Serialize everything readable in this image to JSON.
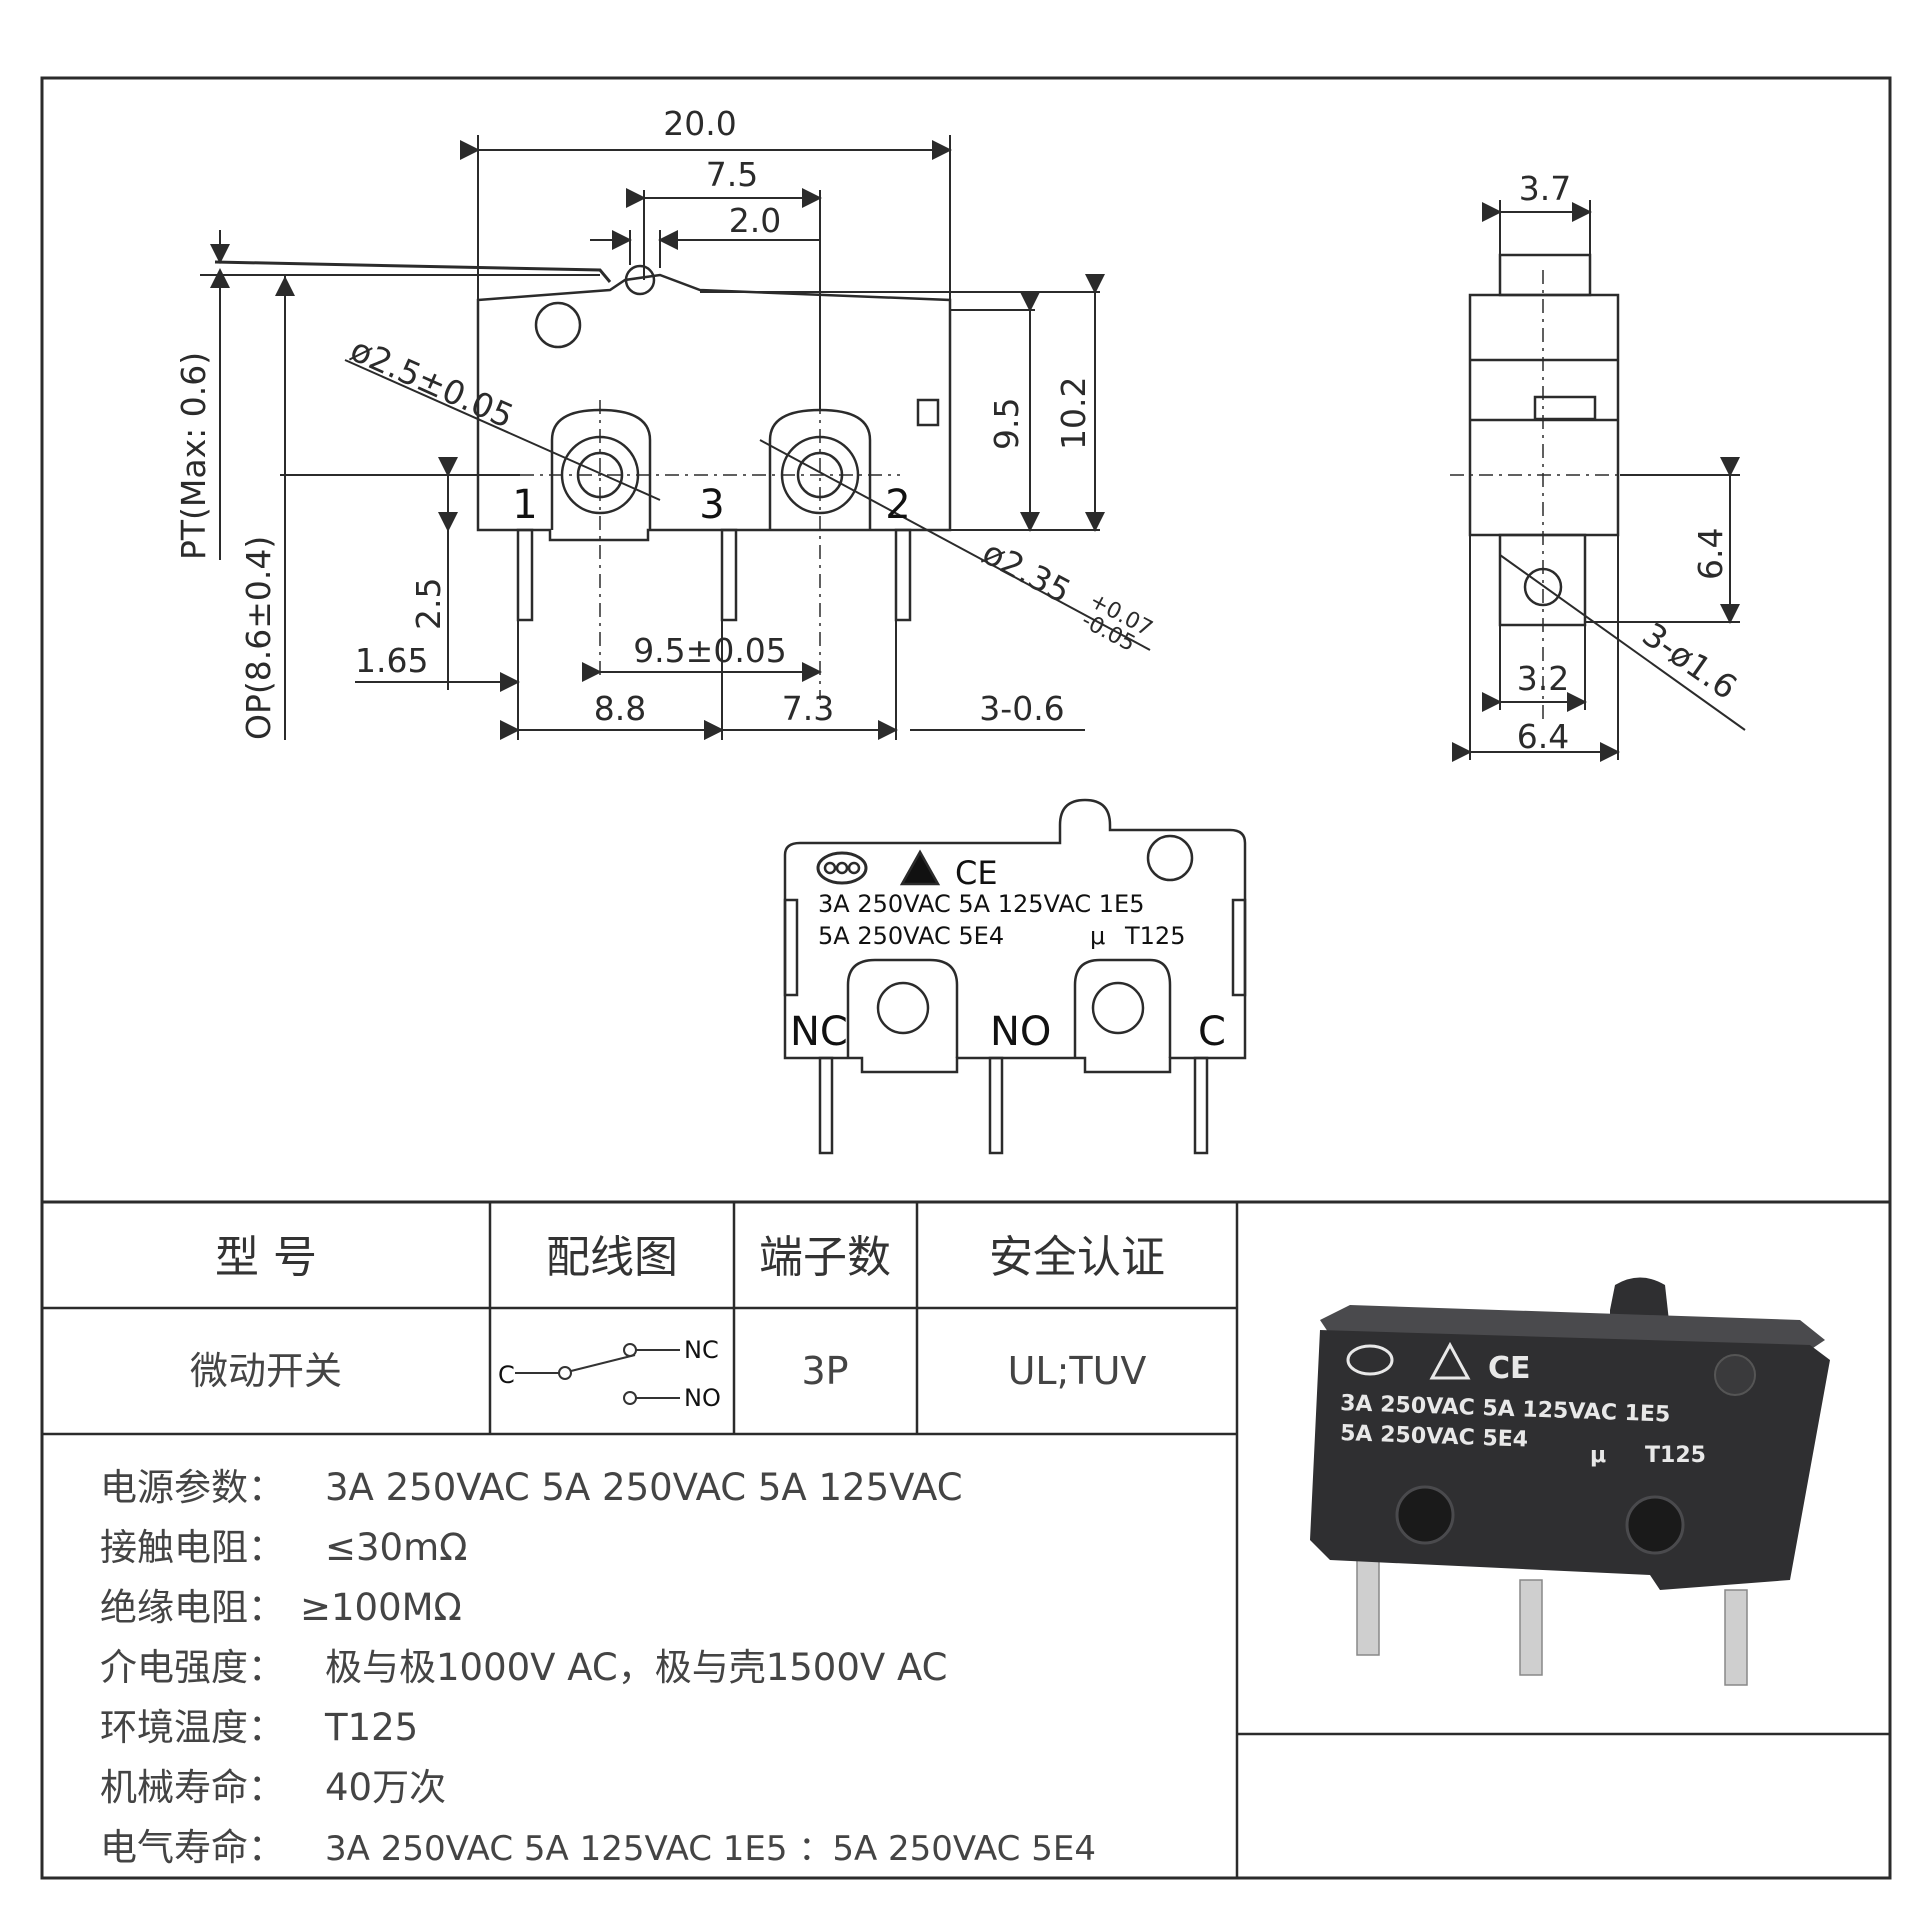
{
  "drawing": {
    "front_view": {
      "dims": {
        "width_total": "20.0",
        "actuator_offset": "7.5",
        "actuator_width": "2.0",
        "pt": "PT(Max: 0.6)",
        "op": "OP(8.6±0.4)",
        "hole_upper": "ø2.5±0.05",
        "hole_lower": "ø2.35",
        "hole_lower_tol_plus": "+0.07",
        "hole_lower_tol_minus": "-0.05",
        "height_9_5": "9.5",
        "height_10_2": "10.2",
        "pin_len": "2.5",
        "pin_edge": "1.65",
        "hole_pitch": "9.5±0.05",
        "pitch_8_8": "8.8",
        "pitch_7_3": "7.3",
        "pin_width": "3-0.6"
      },
      "terminals": [
        "1",
        "3",
        "2"
      ]
    },
    "side_view": {
      "dims": {
        "top_width": "3.7",
        "height_6_4": "6.4",
        "inner_3_2": "3.2",
        "bottom_6_4": "6.4",
        "pin_hole": "3-ø1.6"
      }
    },
    "label_view": {
      "line1": "3A 250VAC 5A 125VAC 1E5",
      "line2": "5A 250VAC 5E4",
      "mu": "μ",
      "t125": "T125",
      "ce": "CE",
      "terminals": [
        "NC",
        "NO",
        "C"
      ]
    }
  },
  "table": {
    "headers": [
      "型 号",
      "配线图",
      "端子数",
      "安全认证"
    ],
    "row": {
      "model": "微动开关",
      "wiring_c": "C",
      "wiring_no1": "NC",
      "wiring_no2": "NO",
      "terminals": "3P",
      "cert": "UL;TUV"
    }
  },
  "specs": [
    {
      "label": "电源参数：",
      "value": "3A 250VAC   5A 250VAC  5A 125VAC"
    },
    {
      "label": "接触电阻：",
      "value": "≤30mΩ"
    },
    {
      "label": "绝缘电阻：",
      "value": "≥100MΩ"
    },
    {
      "label": "介电强度：",
      "value": "极与极1000V AC，极与壳1500V AC"
    },
    {
      "label": "环境温度：",
      "value": "T125"
    },
    {
      "label": "机械寿命：",
      "value": "40万次"
    },
    {
      "label": "电气寿命：",
      "value": "3A 250VAC 5A 125VAC  1E5 ：5A 250VAC 5E4"
    }
  ],
  "photo": {
    "line1": "3A 250VAC 5A 125VAC 1E5",
    "line2": "5A 250VAC 5E4",
    "mu": "μ",
    "t125": "T125",
    "ce": "CE"
  },
  "colors": {
    "line": "#2b2b2b",
    "photo_body": "#2f2f31",
    "photo_highlight": "#4a4a4d",
    "pin_metal": "#cfcfcf"
  }
}
